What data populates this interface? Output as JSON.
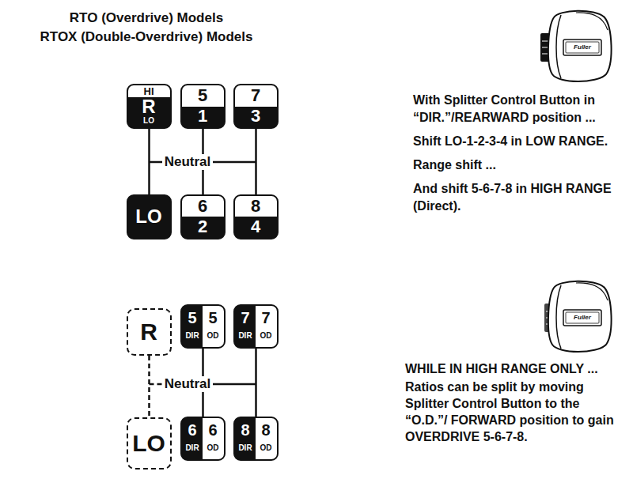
{
  "diagram": {
    "title": "RTO (Overdrive) Models",
    "nodes": [
      {
        "text": [
          "HI",
          "R",
          "LO"
        ]
      },
      {
        "text": [
          "5",
          "1"
        ]
      },
      {
        "text": [
          "7",
          "3"
        ]
      },
      {
        "text": [
          "LO"
        ]
      },
      {
        "text": [
          "6",
          "2"
        ]
      },
      {
        "text": [
          "8",
          "4"
        ]
      },
      {
        "text": [
          "R"
        ]
      },
      {
        "text": [
          "5",
          "5",
          "DIR",
          "OD"
        ]
      },
      {
        "text": [
          "7",
          "7",
          "DIR",
          "OD"
        ]
      },
      {
        "text": [
          "LO"
        ]
      },
      {
        "text": [
          "6",
          "6",
          "DIR",
          "OD"
        ]
      },
      {
        "text": [
          "8",
          "8",
          "DIR",
          "OD"
        ]
      }
    ],
    "edges": [
      {
        "from": 0,
        "to": 3,
        "arrow": "none"
      },
      {
        "from": 1,
        "to": 4,
        "arrow": "none"
      },
      {
        "from": 2,
        "to": 5,
        "arrow": "none"
      },
      {
        "from": 6,
        "to": 9,
        "arrow": "none"
      },
      {
        "from": 7,
        "to": 10,
        "arrow": "none"
      },
      {
        "from": 8,
        "to": 11,
        "arrow": "none"
      }
    ],
    "labels": [
      "RTOX (Double-Overdrive) Models",
      "Neutral",
      "Neutral",
      "Fuller",
      "Fuller",
      "With Splitter Control Button in “DIR.”/REARWARD position ...",
      "Shift LO-1-2-3-4 in LOW RANGE.",
      "Range shift ...",
      "And shift 5-6-7-8 in HIGH RANGE (Direct).",
      "WHILE IN HIGH RANGE ONLY ...",
      "Ratios can be split by moving Splitter Control Button to the “O.D.”/ FORWARD position to gain OVERDRIVE 5-6-7-8."
    ]
  }
}
